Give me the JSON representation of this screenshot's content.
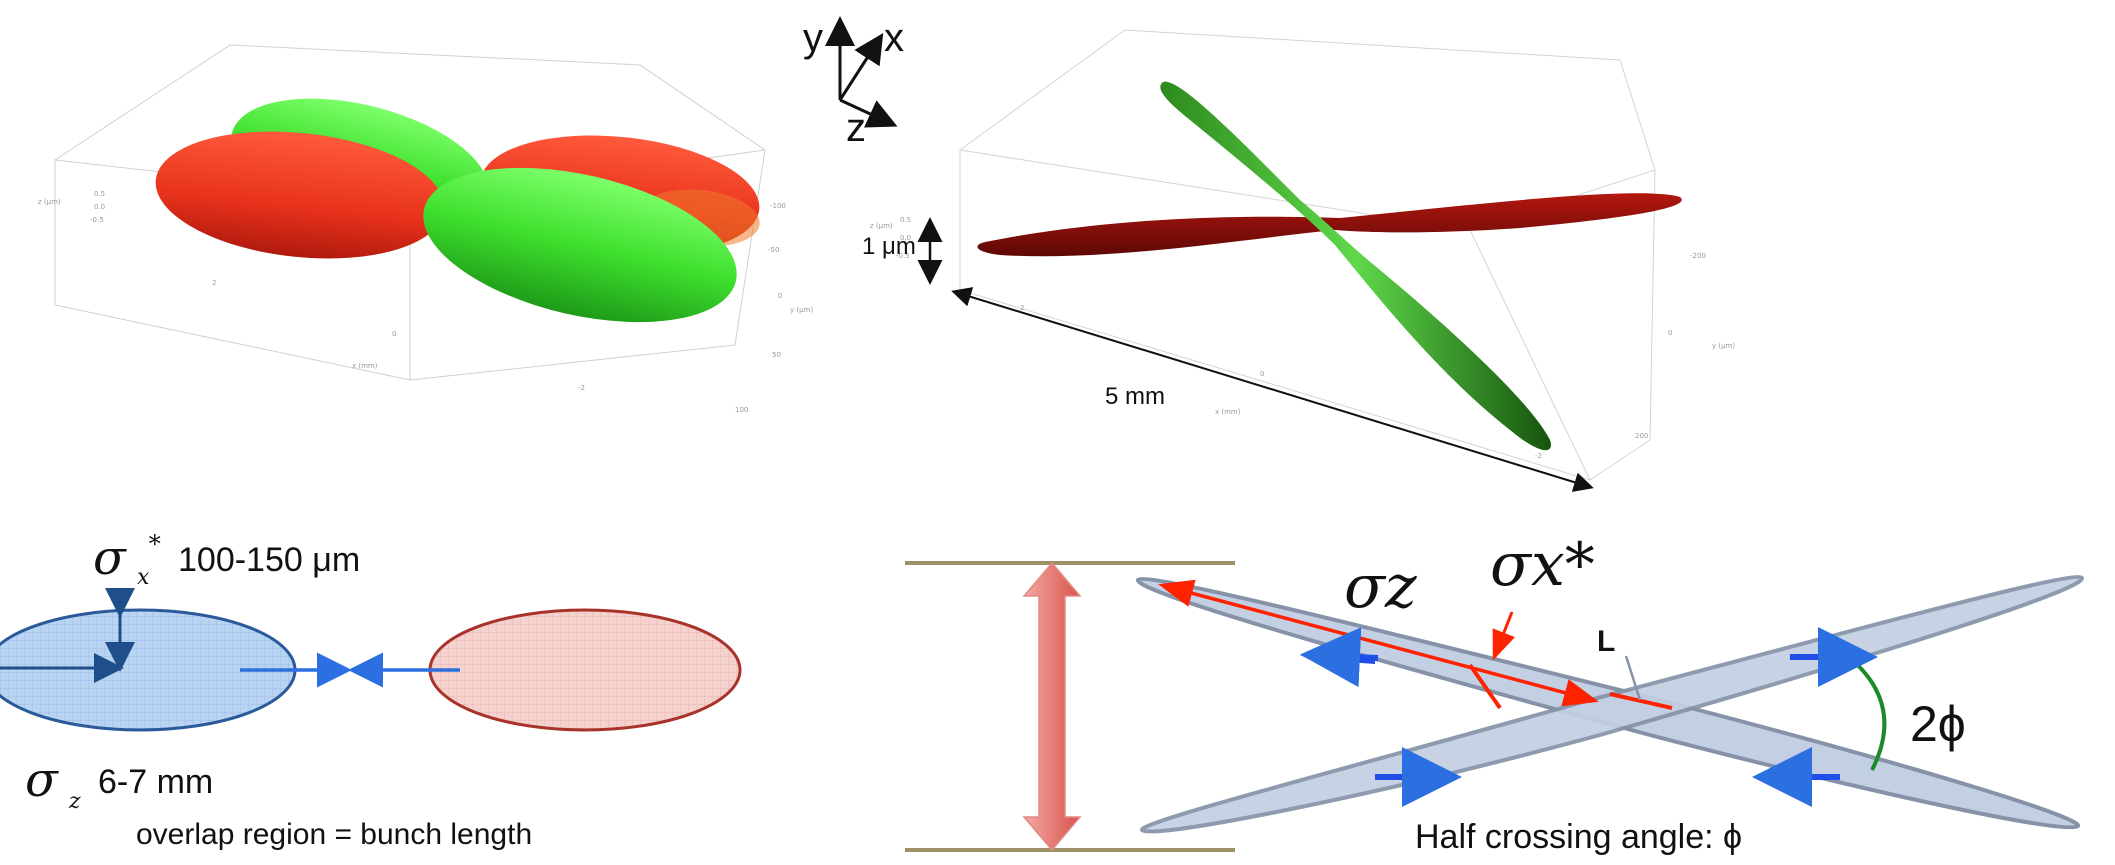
{
  "axes_triad": {
    "y": "y",
    "x": "x",
    "z": "z"
  },
  "panel_3d_right": {
    "height_label": "1 μm",
    "length_label": "5 mm"
  },
  "head_on": {
    "sigma_x": "σ",
    "sigma_x_sub": "x",
    "sigma_x_star": "*",
    "sigma_x_value": "100-150 μm",
    "sigma_z": "σ",
    "sigma_z_sub": "z",
    "sigma_z_value": "6-7 mm",
    "overlap_note": "overlap region = bunch length",
    "colors": {
      "blue_fill": "#b9d3f2",
      "blue_edge": "#2b5a9a",
      "red_fill": "#f6d2cf",
      "red_edge": "#a8332b",
      "arrow": "#2c6fe0"
    }
  },
  "crossing": {
    "sigma_z": "σz",
    "sigma_x_star": "σx*",
    "L": "L",
    "two_phi": "2ϕ",
    "half_angle": "Half crossing angle: ϕ",
    "colors": {
      "bunch_fill": "#c3cfe2",
      "bunch_edge": "#8592a8",
      "red": "#ff2200",
      "blue": "#1f4fe8",
      "green": "#1d8a2a"
    }
  },
  "colors": {
    "green_bunch": "#35e02a",
    "red_bunch": "#e8321c",
    "dark_red": "#7d0b08",
    "dark_green": "#1f6a14",
    "plate": "#a09065"
  }
}
